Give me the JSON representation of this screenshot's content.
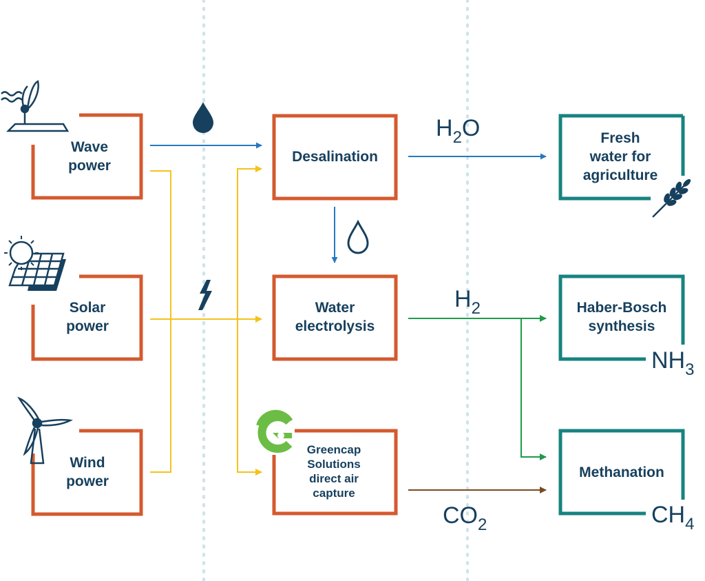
{
  "colors": {
    "source_box": "#d45a2f",
    "process_box": "#d45a2f",
    "output_box": "#17837f",
    "water_arrow": "#2778bf",
    "power_line": "#f4c21c",
    "hydrogen_arrow": "#1e9a4a",
    "co2_arrow": "#7a4a1f",
    "text": "#17405e",
    "divider": "#cce3ee",
    "greencap_logo": "#6bbd45"
  },
  "sources": {
    "wave": {
      "line1": "Wave",
      "line2": "power",
      "icon": "wave-energy-icon"
    },
    "solar": {
      "line1": "Solar",
      "line2": "power",
      "icon": "solar-panel-icon"
    },
    "wind": {
      "line1": "Wind",
      "line2": "power",
      "icon": "wind-turbine-icon"
    }
  },
  "processes": {
    "desalination": {
      "label": "Desalination"
    },
    "electrolysis": {
      "line1": "Water",
      "line2": "electrolysis"
    },
    "dac": {
      "line1": "Greencap",
      "line2": "Solutions",
      "line3": "direct air",
      "line4": "capture",
      "icon": "greencap-logo-icon"
    }
  },
  "outputs": {
    "fresh_water": {
      "line1": "Fresh",
      "line2": "water for",
      "line3": "agriculture",
      "icon": "wheat-icon"
    },
    "haber_bosch": {
      "line1": "Haber-Bosch",
      "line2": "synthesis"
    },
    "methanation": {
      "label": "Methanation"
    }
  },
  "flows": {
    "h2o": {
      "main": "H",
      "sub": "2",
      "tail": "O"
    },
    "h2": {
      "main": "H",
      "sub": "2",
      "tail": ""
    },
    "co2": {
      "main": "CO",
      "sub": "2",
      "tail": ""
    },
    "nh3": {
      "main": "NH",
      "sub": "3",
      "tail": ""
    },
    "ch4": {
      "main": "CH",
      "sub": "4",
      "tail": ""
    }
  },
  "flow_icons": [
    "water-drop-filled-icon",
    "water-drop-outline-icon",
    "lightning-bolt-icon"
  ]
}
